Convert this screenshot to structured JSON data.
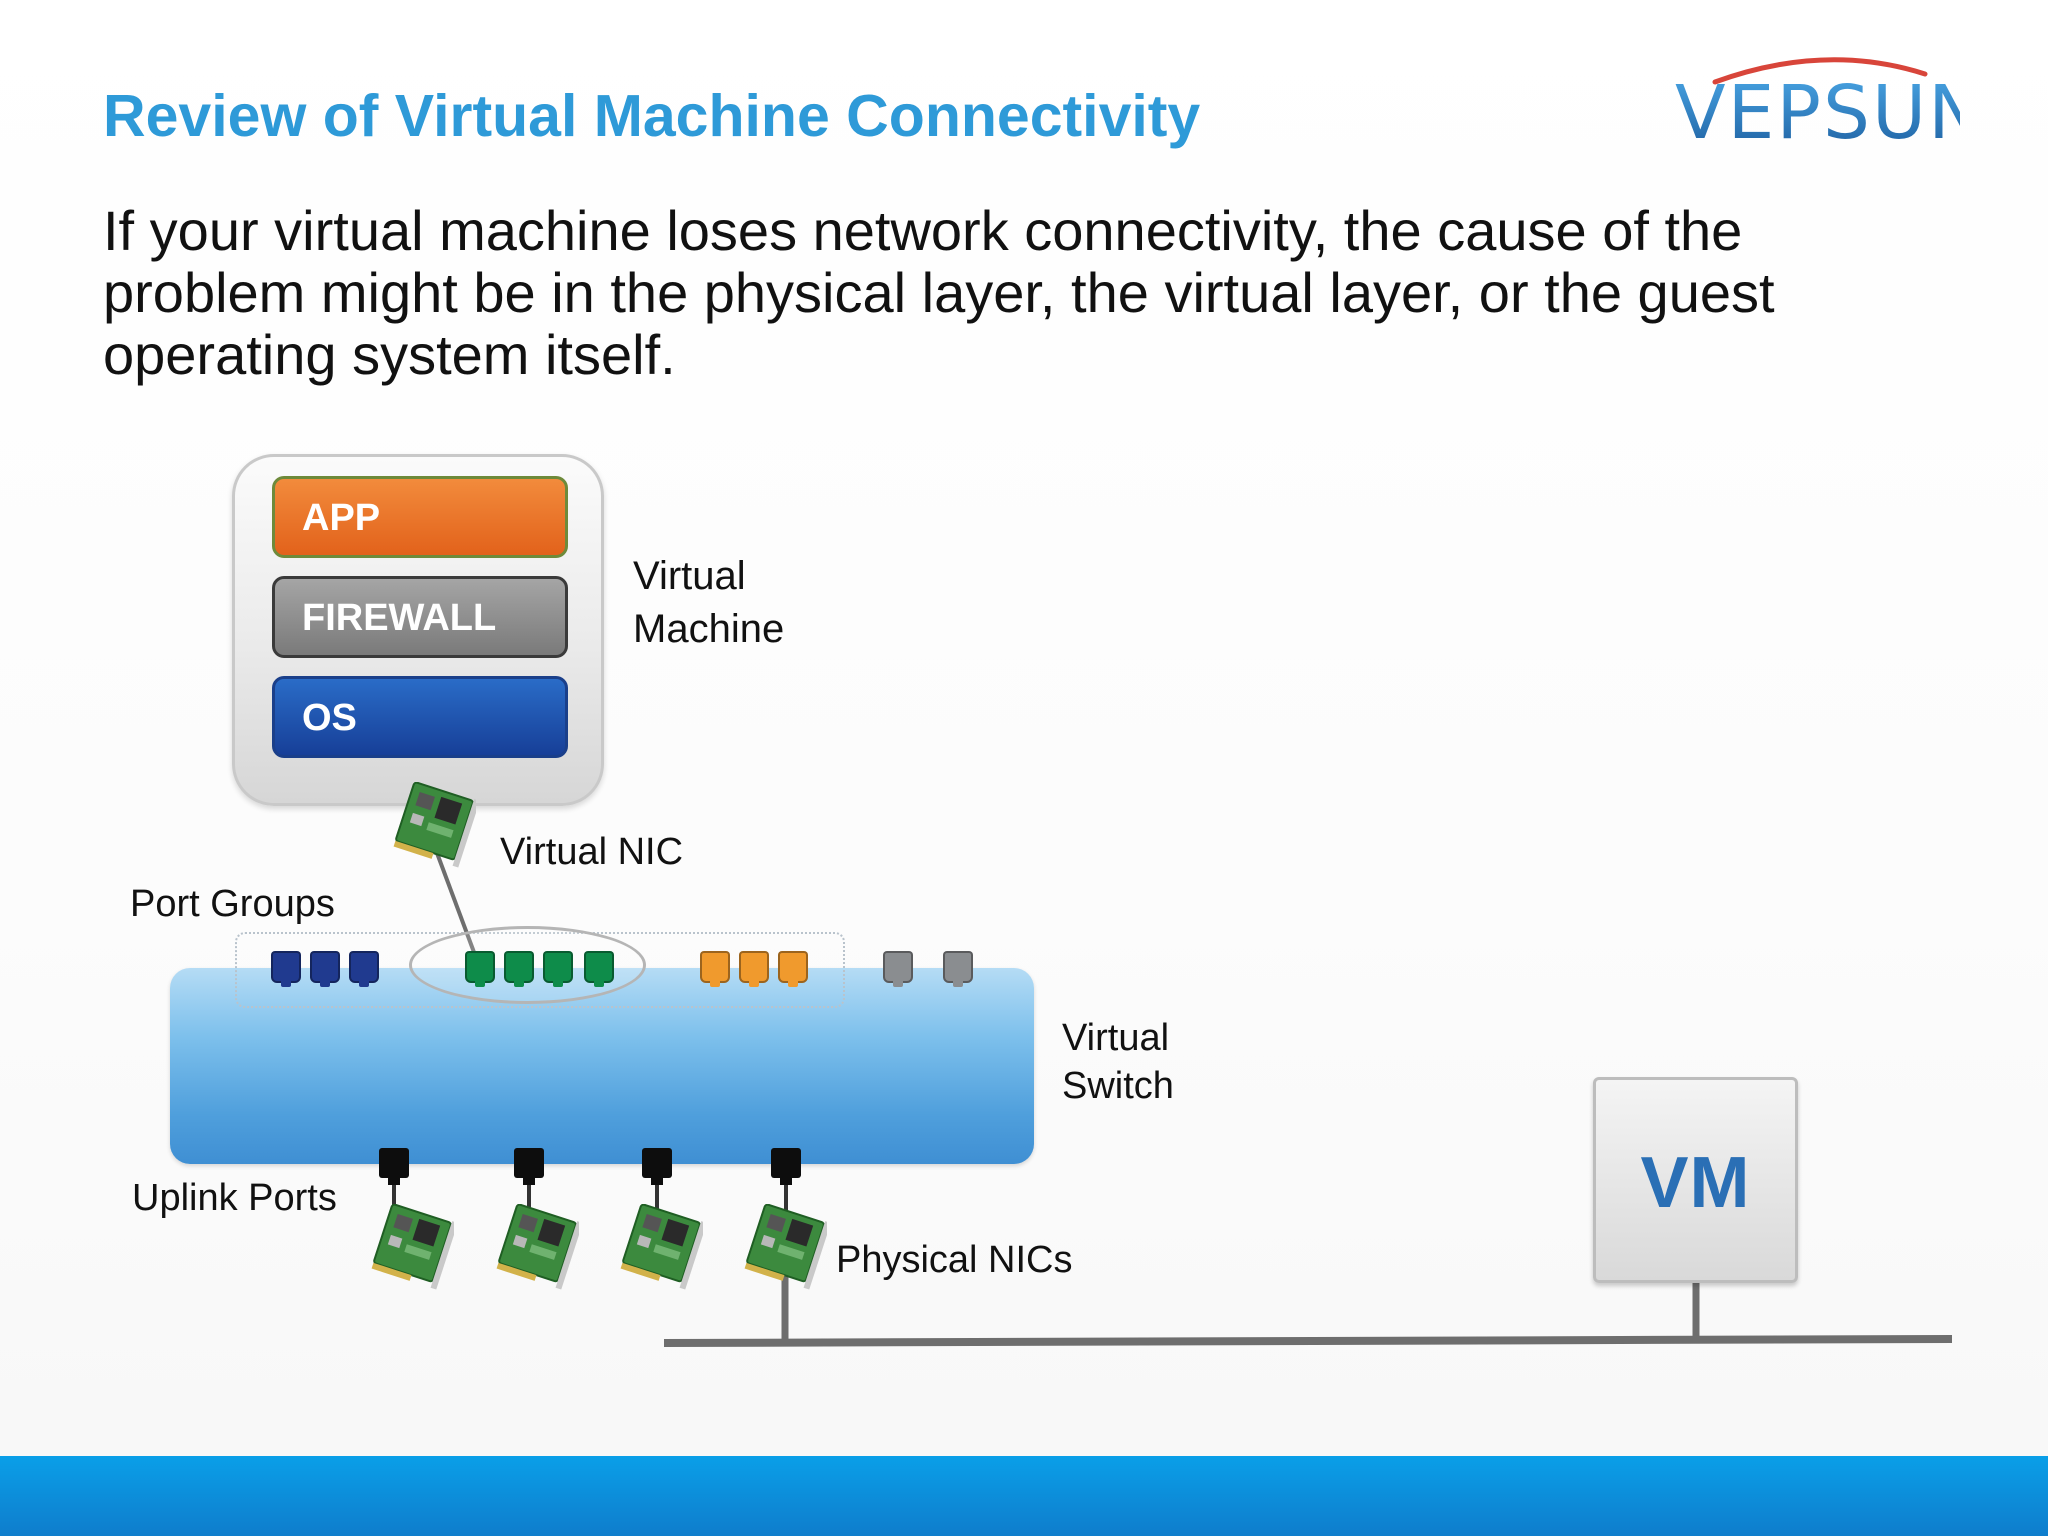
{
  "slide": {
    "title": "Review of Virtual Machine Connectivity",
    "body": "If your virtual machine loses network connectivity, the cause of the problem might be in the physical layer, the virtual layer, or the guest operating system itself.",
    "logo_text": "VEPSUN"
  },
  "diagram": {
    "vm_layers": [
      "APP",
      "FIREWALL",
      "OS"
    ],
    "vm_label": [
      "Virtual",
      "Machine"
    ],
    "virtual_nic_label": "Virtual NIC",
    "port_groups_label": "Port Groups",
    "switch_label": [
      "Virtual",
      "Switch"
    ],
    "uplink_ports_label": "Uplink Ports",
    "physical_nics_label": "Physical NICs",
    "vm_box_label": "VM"
  },
  "colors": {
    "title": "#2e9ad8",
    "app_layer": "#e8702a",
    "firewall_layer": "#8c8c8c",
    "os_layer": "#1f4faa",
    "switch": "#5aaee4",
    "port_group_1": "#203a8f",
    "port_group_2": "#0e8c4a",
    "port_group_3": "#f09a2d",
    "port_group_4": "#8a8d90",
    "footer": "#0f8ed9"
  }
}
